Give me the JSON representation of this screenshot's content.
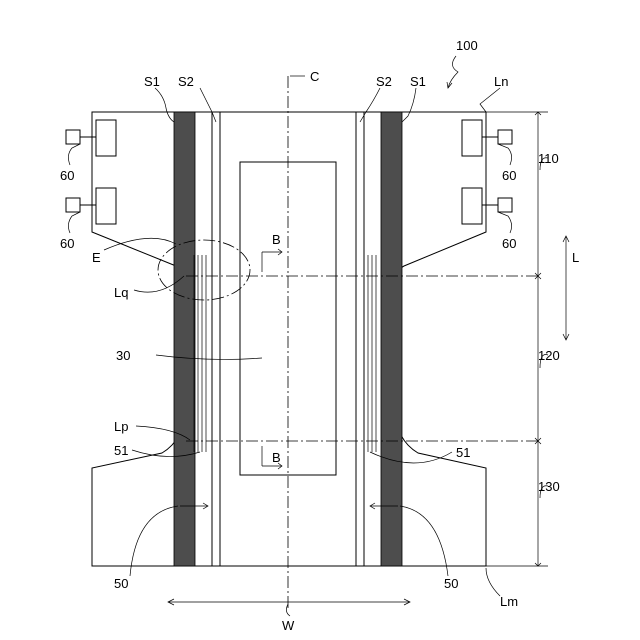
{
  "labels": {
    "ref_100": "100",
    "c": "C",
    "s1_left": "S1",
    "s2_left": "S2",
    "s2_right": "S2",
    "s1_right": "S1",
    "ln": "Ln",
    "r110": "110",
    "r120": "120",
    "r130": "130",
    "l": "L",
    "tab60_ul": "60",
    "tab60_ll": "60",
    "tab60_ur": "60",
    "tab60_lr": "60",
    "e": "E",
    "b_top": "B",
    "b_bottom": "B",
    "lq": "Lq",
    "r30": "30",
    "lp": "Lp",
    "r51_left": "51",
    "r51_right": "51",
    "r50_left": "50",
    "r50_right": "50",
    "lm": "Lm",
    "w": "W"
  }
}
